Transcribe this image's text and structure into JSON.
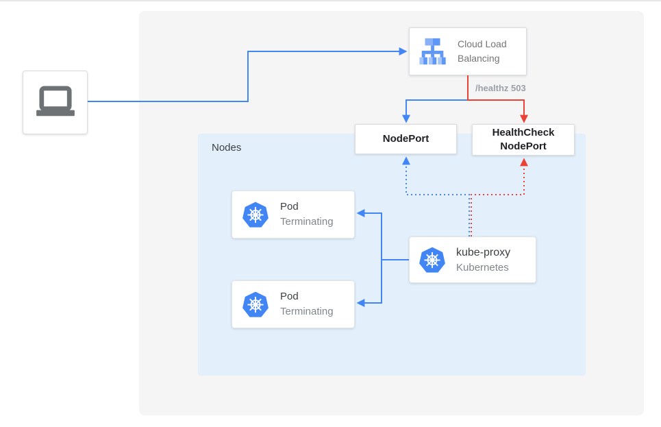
{
  "colors": {
    "accent_blue": "#4285f4",
    "status_red": "#ea4335",
    "panel_gray": "#f5f5f6",
    "nodes_fill_blue": "#e3f0fc",
    "box_border": "#dadce0",
    "text_dark": "#202124",
    "text_gray": "#757575",
    "text_muted": "#9aa0a6",
    "kubernetes_blue": "#4285f4",
    "laptop_gray": "#6f7275"
  },
  "cloud_load_balancing": {
    "line1": "Cloud Load",
    "line2": "Balancing",
    "icon": "load-balancer-icon"
  },
  "health_check_label": "/healthz 503",
  "nodeport": {
    "label": "NodePort"
  },
  "healthcheck_nodeport": {
    "line1": "HealthCheck",
    "line2": "NodePort"
  },
  "nodes_group": {
    "label": "Nodes"
  },
  "pods": [
    {
      "title": "Pod",
      "status": "Terminating",
      "icon": "kubernetes-icon"
    },
    {
      "title": "Pod",
      "status": "Terminating",
      "icon": "kubernetes-icon"
    }
  ],
  "kube_proxy": {
    "title": "kube-proxy",
    "subtitle": "Kubernetes",
    "icon": "kubernetes-icon"
  },
  "client": {
    "icon": "laptop-icon"
  }
}
